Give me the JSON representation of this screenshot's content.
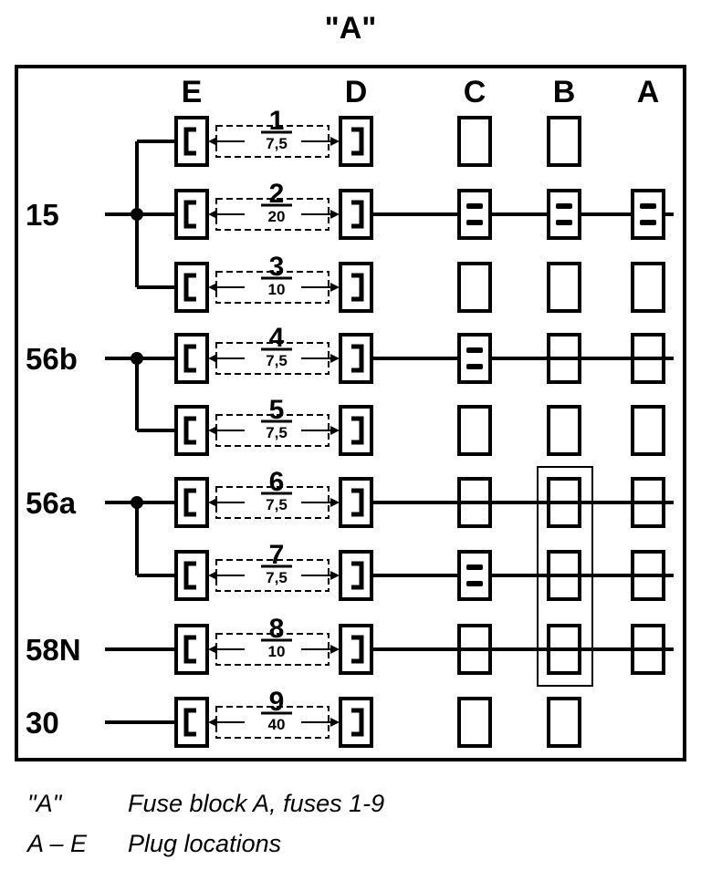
{
  "title": "\"A\"",
  "plug_columns": [
    "E",
    "D",
    "C",
    "B",
    "A"
  ],
  "terminals": [
    "15",
    "56b",
    "56a",
    "58N",
    "30"
  ],
  "fuses": [
    {
      "number": "1",
      "rating": "7,5"
    },
    {
      "number": "2",
      "rating": "20"
    },
    {
      "number": "3",
      "rating": "10"
    },
    {
      "number": "4",
      "rating": "7,5"
    },
    {
      "number": "5",
      "rating": "7,5"
    },
    {
      "number": "6",
      "rating": "7,5"
    },
    {
      "number": "7",
      "rating": "7,5"
    },
    {
      "number": "8",
      "rating": "10"
    },
    {
      "number": "9",
      "rating": "40"
    }
  ],
  "legend": [
    {
      "key": "\"A\"",
      "text": "Fuse block A, fuses 1-9"
    },
    {
      "key": "A – E",
      "text": "Plug locations"
    }
  ]
}
